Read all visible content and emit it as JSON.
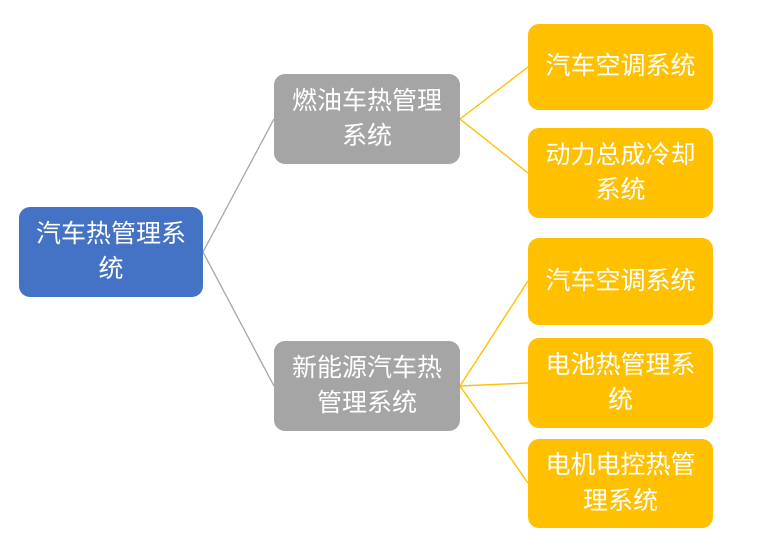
{
  "diagram": {
    "background": "#FFFFFF",
    "text_color": "#FFFFFF",
    "root": {
      "label": "汽车热管理系统",
      "fill": "#4472C4"
    },
    "branches": [
      {
        "label": "燃油车热管理系统",
        "fill": "#A5A5A5",
        "children": [
          {
            "label": "汽车空调系统",
            "fill": "#FFC000"
          },
          {
            "label": "动力总成冷却系统",
            "fill": "#FFC000"
          }
        ]
      },
      {
        "label": "新能源汽车热管理系统",
        "fill": "#A5A5A5",
        "children": [
          {
            "label": "汽车空调系统",
            "fill": "#FFC000"
          },
          {
            "label": "电池热管理系统",
            "fill": "#FFC000"
          },
          {
            "label": "电机电控热管理系统",
            "fill": "#FFC000"
          }
        ]
      }
    ],
    "connectors": {
      "root_to_branch_color": "#A6A6A6",
      "branch_to_leaf_color": "#FFC000"
    }
  }
}
